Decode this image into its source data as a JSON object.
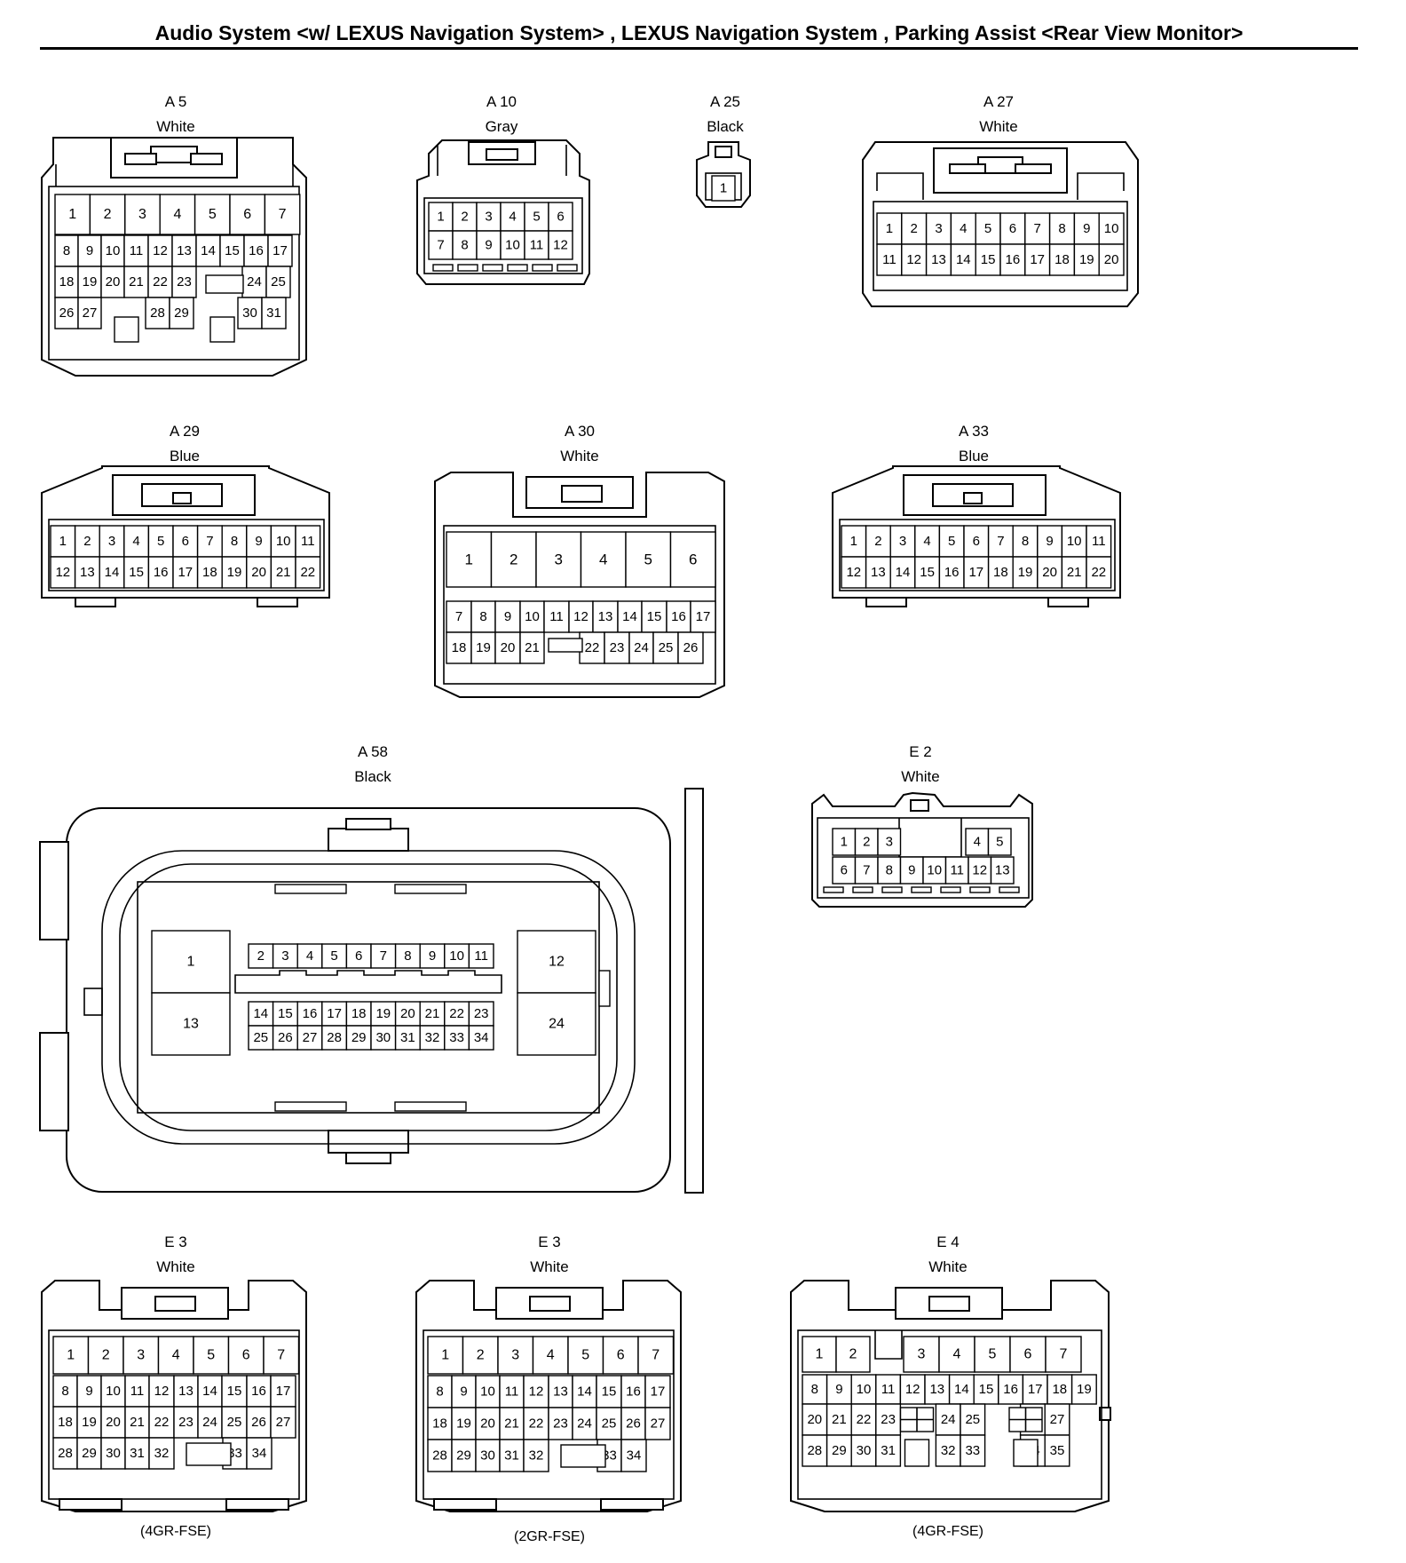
{
  "page_title": "Audio System <w/ LEXUS Navigation System> , LEXUS Navigation System , Parking Assist <Rear View Monitor>",
  "connectors": [
    {
      "id": "A5",
      "name": "A 5",
      "color": "White",
      "rows": [
        [
          "1",
          "2",
          "3",
          "4",
          "5",
          "6",
          "7"
        ],
        [
          "8",
          "9",
          "10",
          "11",
          "12",
          "13",
          "14",
          "15",
          "16",
          "17"
        ],
        [
          "18",
          "19",
          "20",
          "21",
          "22",
          "23",
          "",
          "24",
          "25"
        ],
        [
          "26",
          "27",
          "",
          "28",
          "29",
          "",
          "30",
          "31"
        ]
      ]
    },
    {
      "id": "A10",
      "name": "A 10",
      "color": "Gray",
      "rows": [
        [
          "1",
          "2",
          "3",
          "4",
          "5",
          "6"
        ],
        [
          "7",
          "8",
          "9",
          "10",
          "11",
          "12"
        ]
      ]
    },
    {
      "id": "A25",
      "name": "A 25",
      "color": "Black",
      "rows": [
        [
          "1"
        ]
      ]
    },
    {
      "id": "A27",
      "name": "A 27",
      "color": "White",
      "rows": [
        [
          "1",
          "2",
          "3",
          "4",
          "5",
          "6",
          "7",
          "8",
          "9",
          "10"
        ],
        [
          "11",
          "12",
          "13",
          "14",
          "15",
          "16",
          "17",
          "18",
          "19",
          "20"
        ]
      ]
    },
    {
      "id": "A29",
      "name": "A 29",
      "color": "Blue",
      "rows": [
        [
          "1",
          "2",
          "3",
          "4",
          "5",
          "6",
          "7",
          "8",
          "9",
          "10",
          "11"
        ],
        [
          "12",
          "13",
          "14",
          "15",
          "16",
          "17",
          "18",
          "19",
          "20",
          "21",
          "22"
        ]
      ]
    },
    {
      "id": "A30",
      "name": "A 30",
      "color": "White",
      "rows": [
        [
          "1",
          "2",
          "3",
          "4",
          "5",
          "6"
        ],
        [
          "7",
          "8",
          "9",
          "10",
          "11",
          "12",
          "13",
          "14",
          "15",
          "16",
          "17"
        ],
        [
          "18",
          "19",
          "20",
          "21",
          "",
          "22",
          "23",
          "24",
          "25",
          "26"
        ]
      ]
    },
    {
      "id": "A33",
      "name": "A 33",
      "color": "Blue",
      "rows": [
        [
          "1",
          "2",
          "3",
          "4",
          "5",
          "6",
          "7",
          "8",
          "9",
          "10",
          "11"
        ],
        [
          "12",
          "13",
          "14",
          "15",
          "16",
          "17",
          "18",
          "19",
          "20",
          "21",
          "22"
        ]
      ]
    },
    {
      "id": "A58",
      "name": "A 58",
      "color": "Black",
      "big": [
        "1",
        "13",
        "12",
        "24"
      ],
      "rows": [
        [
          "2",
          "3",
          "4",
          "5",
          "6",
          "7",
          "8",
          "9",
          "10",
          "11"
        ],
        [
          "14",
          "15",
          "16",
          "17",
          "18",
          "19",
          "20",
          "21",
          "22",
          "23"
        ],
        [
          "25",
          "26",
          "27",
          "28",
          "29",
          "30",
          "31",
          "32",
          "33",
          "34"
        ]
      ]
    },
    {
      "id": "E2",
      "name": "E 2",
      "color": "White",
      "rows": [
        [
          "1",
          "2",
          "3",
          "4",
          "5"
        ],
        [
          "6",
          "7",
          "8",
          "9",
          "10",
          "11",
          "12",
          "13"
        ]
      ]
    },
    {
      "id": "E3a",
      "name": "E 3",
      "color": "White",
      "variant": "(4GR-FSE)",
      "rows": [
        [
          "1",
          "2",
          "3",
          "4",
          "5",
          "6",
          "7"
        ],
        [
          "8",
          "9",
          "10",
          "11",
          "12",
          "13",
          "14",
          "15",
          "16",
          "17"
        ],
        [
          "18",
          "19",
          "20",
          "21",
          "22",
          "23",
          "24",
          "25",
          "26",
          "27"
        ],
        [
          "28",
          "29",
          "30",
          "31",
          "32",
          "",
          "33",
          "34"
        ]
      ]
    },
    {
      "id": "E3b",
      "name": "E 3",
      "color": "White",
      "variant": "(2GR-FSE)",
      "rows": [
        [
          "1",
          "2",
          "3",
          "4",
          "5",
          "6",
          "7"
        ],
        [
          "8",
          "9",
          "10",
          "11",
          "12",
          "13",
          "14",
          "15",
          "16",
          "17"
        ],
        [
          "18",
          "19",
          "20",
          "21",
          "22",
          "23",
          "24",
          "25",
          "26",
          "27"
        ],
        [
          "28",
          "29",
          "30",
          "31",
          "32",
          "",
          "33",
          "34"
        ]
      ]
    },
    {
      "id": "E4",
      "name": "E 4",
      "color": "White",
      "variant": "(4GR-FSE)",
      "rows": [
        [
          "1",
          "2",
          "",
          "3",
          "4",
          "5",
          "6",
          "7"
        ],
        [
          "8",
          "9",
          "10",
          "11",
          "12",
          "13",
          "14",
          "15",
          "16",
          "17",
          "18",
          "19"
        ],
        [
          "20",
          "21",
          "22",
          "23",
          "",
          "24",
          "25",
          "",
          "26",
          "27"
        ],
        [
          "28",
          "29",
          "30",
          "31",
          "",
          "32",
          "33",
          "",
          "34",
          "35"
        ]
      ]
    }
  ]
}
